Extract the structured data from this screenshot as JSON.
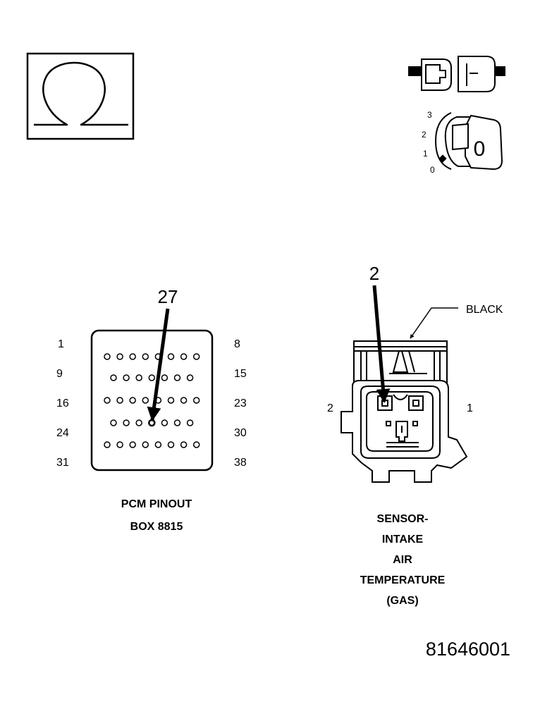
{
  "ohmmeter": {
    "symbol": "Ω"
  },
  "ignition": {
    "positions": [
      "3",
      "2",
      "1",
      "0"
    ],
    "key_label": "0"
  },
  "pcm": {
    "pointer_pin": "27",
    "row_start_labels": [
      "1",
      "9",
      "16",
      "24",
      "31"
    ],
    "row_end_labels": [
      "8",
      "15",
      "23",
      "30",
      "38"
    ],
    "row_pin_counts": [
      8,
      7,
      8,
      7,
      8
    ],
    "highlighted_pin": 27,
    "caption_line1": "PCM PINOUT",
    "caption_line2": "BOX 8815"
  },
  "sensor": {
    "pointer_pin": "2",
    "connector_color": "BLACK",
    "side_label_left": "2",
    "side_label_right": "1",
    "caption_lines": [
      "SENSOR-",
      "INTAKE",
      "AIR",
      "TEMPERATURE",
      "(GAS)"
    ]
  },
  "figure_id": "81646001"
}
